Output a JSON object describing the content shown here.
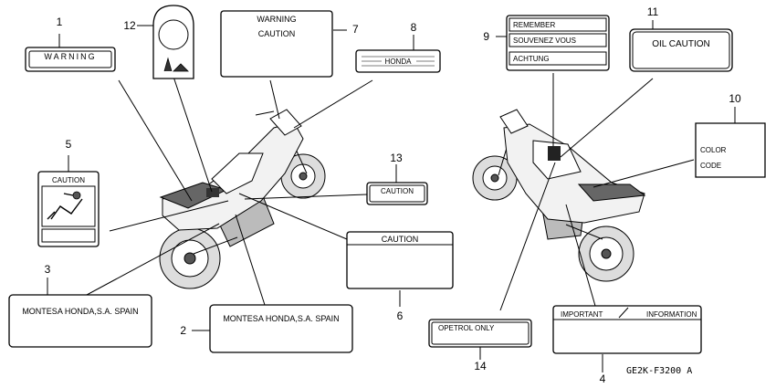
{
  "labels": {
    "l1": {
      "number": "1",
      "text": "WARNING"
    },
    "l2": {
      "number": "2",
      "text": "MONTESA HONDA,S.A. SPAIN"
    },
    "l3": {
      "number": "3",
      "text": "MONTESA HONDA,S.A. SPAIN"
    },
    "l4": {
      "number": "4",
      "left": "IMPORTANT",
      "right": "INFORMATION"
    },
    "l5": {
      "number": "5",
      "text": "CAUTION"
    },
    "l6": {
      "number": "6",
      "text": "CAUTION"
    },
    "l7": {
      "number": "7",
      "line1": "WARNING",
      "line2": "CAUTION"
    },
    "l8": {
      "number": "8",
      "text": "HONDA"
    },
    "l9": {
      "number": "9",
      "rows": [
        "REMEMBER",
        "SOUVENEZ VOUS",
        "ACHTUNG"
      ]
    },
    "l10": {
      "number": "10",
      "line1": "COLOR",
      "line2": "CODE"
    },
    "l11": {
      "number": "11",
      "text": "OIL CAUTION"
    },
    "l12": {
      "number": "12"
    },
    "l13": {
      "number": "13",
      "text": "CAUTION"
    },
    "l14": {
      "number": "14",
      "text": "OPETROL ONLY"
    }
  },
  "diagram_code": "GE2K-F3200 A"
}
